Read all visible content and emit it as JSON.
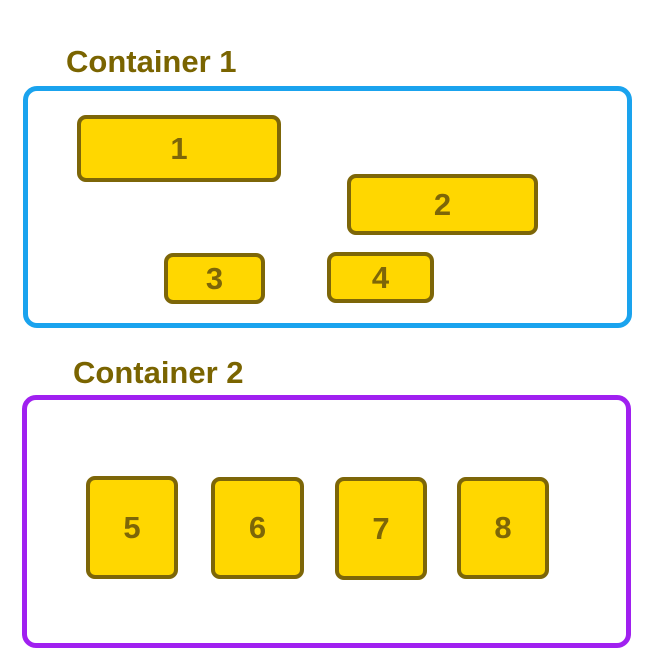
{
  "colors": {
    "title_text": "#7a6400",
    "container_1_border": "#1aa3ee",
    "container_2_border": "#a020f0",
    "box_fill": "#ffd700",
    "box_border": "#7d6608",
    "box_text": "#7d6608"
  },
  "container_1": {
    "title": "Container 1",
    "boxes": [
      "1",
      "2",
      "3",
      "4"
    ]
  },
  "container_2": {
    "title": "Container 2",
    "boxes": [
      "5",
      "6",
      "7",
      "8"
    ]
  }
}
